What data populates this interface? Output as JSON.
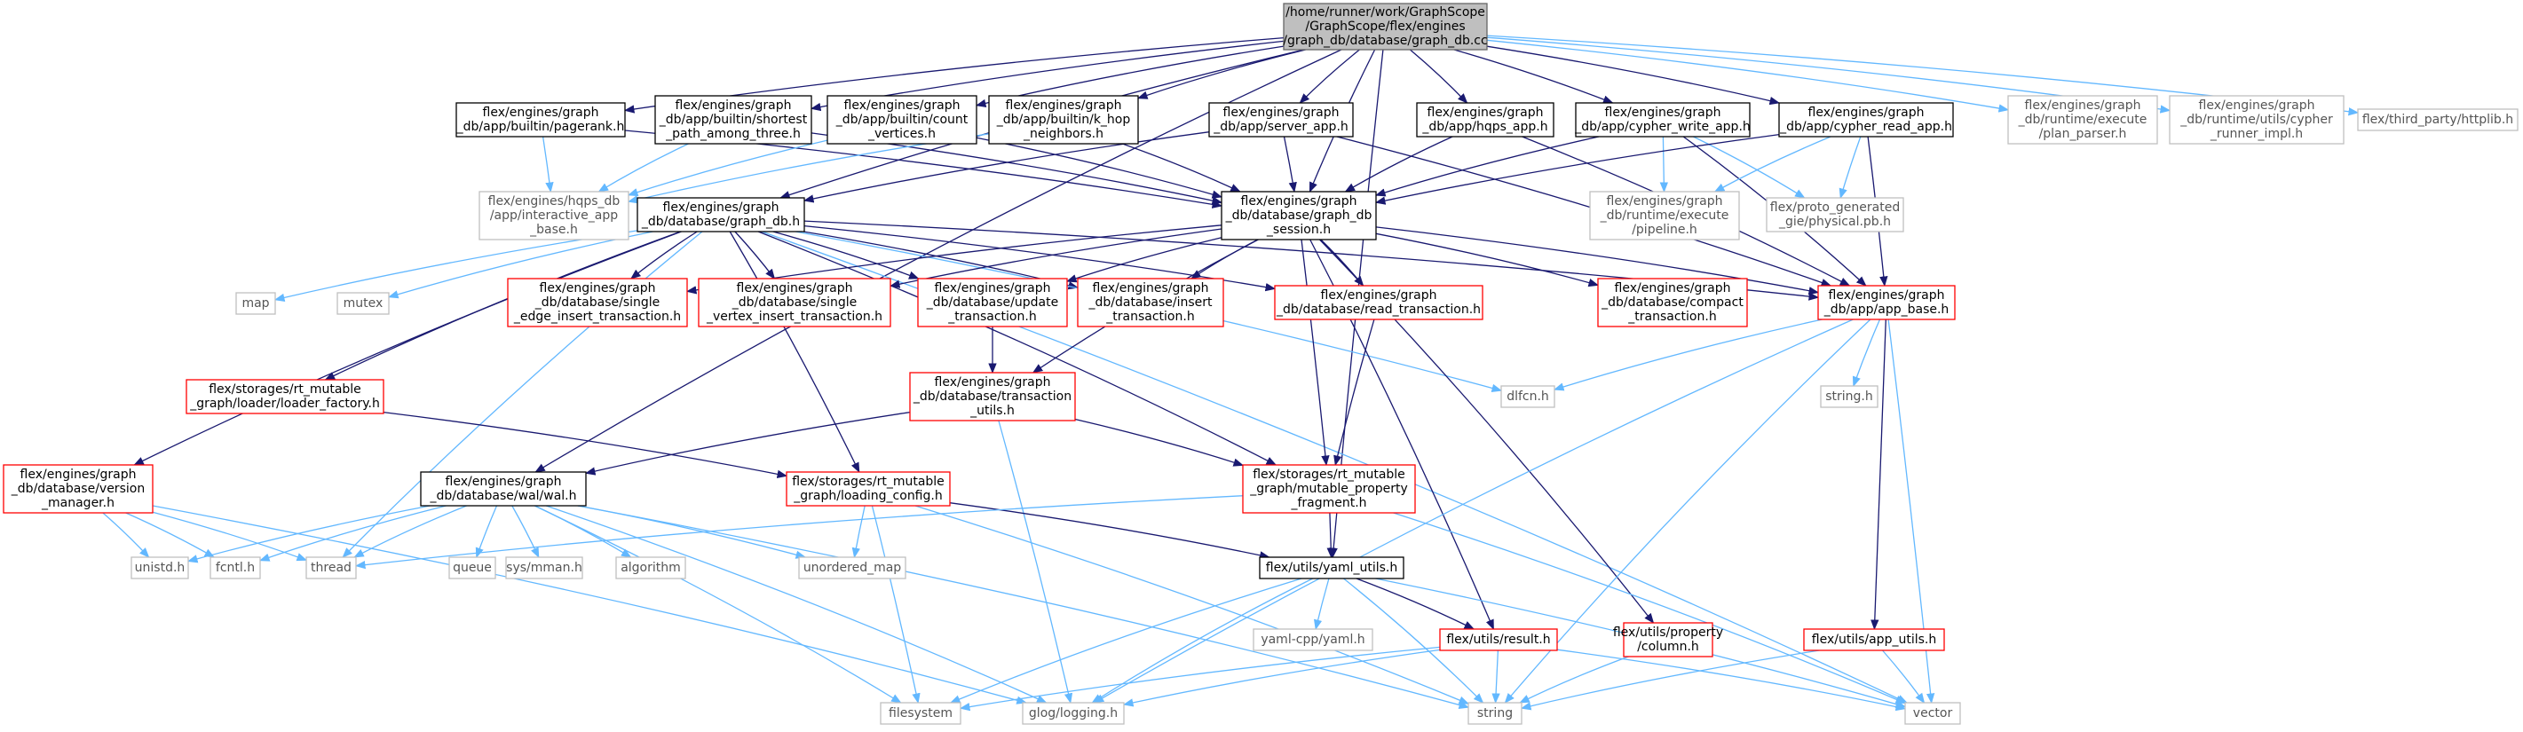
{
  "colors": {
    "edge": "#191970",
    "edge_system": "#63b8ff",
    "root_fill": "#bfbfbf",
    "border_normal": "#000000",
    "border_incomplete": "#ff0000",
    "border_system": "#bfbfbf"
  },
  "nodes": [
    {
      "id": "root",
      "style": "root",
      "lines": [
        "/home/runner/work/GraphScope",
        "/GraphScope/flex/engines",
        "/graph_db/database/graph_db.cc"
      ]
    },
    {
      "id": "pagerank",
      "style": "normal",
      "lines": [
        "flex/engines/graph",
        "_db/app/builtin/pagerank.h"
      ]
    },
    {
      "id": "shortest",
      "style": "normal",
      "lines": [
        "flex/engines/graph",
        "_db/app/builtin/shortest",
        "_path_among_three.h"
      ]
    },
    {
      "id": "count",
      "style": "normal",
      "lines": [
        "flex/engines/graph",
        "_db/app/builtin/count",
        "_vertices.h"
      ]
    },
    {
      "id": "khop",
      "style": "normal",
      "lines": [
        "flex/engines/graph",
        "_db/app/builtin/k_hop",
        "_neighbors.h"
      ]
    },
    {
      "id": "server_app",
      "style": "normal",
      "lines": [
        "flex/engines/graph",
        "_db/app/server_app.h"
      ]
    },
    {
      "id": "hqps_app",
      "style": "normal",
      "lines": [
        "flex/engines/graph",
        "_db/app/hqps_app.h"
      ]
    },
    {
      "id": "cypher_write",
      "style": "normal",
      "lines": [
        "flex/engines/graph",
        "_db/app/cypher_write_app.h"
      ]
    },
    {
      "id": "cypher_read",
      "style": "normal",
      "lines": [
        "flex/engines/graph",
        "_db/app/cypher_read_app.h"
      ]
    },
    {
      "id": "plan_parser",
      "style": "system",
      "lines": [
        "flex/engines/graph",
        "_db/runtime/execute",
        "/plan_parser.h"
      ]
    },
    {
      "id": "cypher_runner",
      "style": "system",
      "lines": [
        "flex/engines/graph",
        "_db/runtime/utils/cypher",
        "_runner_impl.h"
      ]
    },
    {
      "id": "httplib",
      "style": "system",
      "lines": [
        "flex/third_party/httplib.h"
      ]
    },
    {
      "id": "interactive_app",
      "style": "system",
      "lines": [
        "flex/engines/hqps_db",
        "/app/interactive_app",
        "_base.h"
      ]
    },
    {
      "id": "graph_db_h",
      "style": "normal",
      "lines": [
        "flex/engines/graph",
        "_db/database/graph_db.h"
      ]
    },
    {
      "id": "session",
      "style": "normal",
      "lines": [
        "flex/engines/graph",
        "_db/database/graph_db",
        "_session.h"
      ]
    },
    {
      "id": "pipeline",
      "style": "system",
      "lines": [
        "flex/engines/graph",
        "_db/runtime/execute",
        "/pipeline.h"
      ]
    },
    {
      "id": "physical",
      "style": "system",
      "lines": [
        "flex/proto_generated",
        "_gie/physical.pb.h"
      ]
    },
    {
      "id": "map",
      "style": "system",
      "lines": [
        "map"
      ]
    },
    {
      "id": "mutex",
      "style": "system",
      "lines": [
        "mutex"
      ]
    },
    {
      "id": "single_edge",
      "style": "incomplete",
      "lines": [
        "flex/engines/graph",
        "_db/database/single",
        "_edge_insert_transaction.h"
      ]
    },
    {
      "id": "single_vertex",
      "style": "incomplete",
      "lines": [
        "flex/engines/graph",
        "_db/database/single",
        "_vertex_insert_transaction.h"
      ]
    },
    {
      "id": "update_tx",
      "style": "incomplete",
      "lines": [
        "flex/engines/graph",
        "_db/database/update",
        "_transaction.h"
      ]
    },
    {
      "id": "insert_tx",
      "style": "incomplete",
      "lines": [
        "flex/engines/graph",
        "_db/database/insert",
        "_transaction.h"
      ]
    },
    {
      "id": "read_tx",
      "style": "incomplete",
      "lines": [
        "flex/engines/graph",
        "_db/database/read_transaction.h"
      ]
    },
    {
      "id": "compact_tx",
      "style": "incomplete",
      "lines": [
        "flex/engines/graph",
        "_db/database/compact",
        "_transaction.h"
      ]
    },
    {
      "id": "app_base",
      "style": "incomplete",
      "lines": [
        "flex/engines/graph",
        "_db/app/app_base.h"
      ]
    },
    {
      "id": "loader_factory",
      "style": "incomplete",
      "lines": [
        "flex/storages/rt_mutable",
        "_graph/loader/loader_factory.h"
      ]
    },
    {
      "id": "tx_utils",
      "style": "incomplete",
      "lines": [
        "flex/engines/graph",
        "_db/database/transaction",
        "_utils.h"
      ]
    },
    {
      "id": "dlfcn",
      "style": "system",
      "lines": [
        "dlfcn.h"
      ]
    },
    {
      "id": "string_h",
      "style": "system",
      "lines": [
        "string.h"
      ]
    },
    {
      "id": "version_mgr",
      "style": "incomplete",
      "lines": [
        "flex/engines/graph",
        "_db/database/version",
        "_manager.h"
      ]
    },
    {
      "id": "wal",
      "style": "normal",
      "lines": [
        "flex/engines/graph",
        "_db/database/wal/wal.h"
      ]
    },
    {
      "id": "loading_config",
      "style": "incomplete",
      "lines": [
        "flex/storages/rt_mutable",
        "_graph/loading_config.h"
      ]
    },
    {
      "id": "mutable_fragment",
      "style": "incomplete",
      "lines": [
        "flex/storages/rt_mutable",
        "_graph/mutable_property",
        "_fragment.h"
      ]
    },
    {
      "id": "unistd",
      "style": "system",
      "lines": [
        "unistd.h"
      ]
    },
    {
      "id": "fcntl",
      "style": "system",
      "lines": [
        "fcntl.h"
      ]
    },
    {
      "id": "thread",
      "style": "system",
      "lines": [
        "thread"
      ]
    },
    {
      "id": "queue",
      "style": "system",
      "lines": [
        "queue"
      ]
    },
    {
      "id": "mman",
      "style": "system",
      "lines": [
        "sys/mman.h"
      ]
    },
    {
      "id": "algorithm",
      "style": "system",
      "lines": [
        "algorithm"
      ]
    },
    {
      "id": "unordered_map",
      "style": "system",
      "lines": [
        "unordered_map"
      ]
    },
    {
      "id": "yaml_utils",
      "style": "normal",
      "lines": [
        "flex/utils/yaml_utils.h"
      ]
    },
    {
      "id": "yaml_cpp",
      "style": "system",
      "lines": [
        "yaml-cpp/yaml.h"
      ]
    },
    {
      "id": "result",
      "style": "incomplete",
      "lines": [
        "flex/utils/result.h"
      ]
    },
    {
      "id": "column",
      "style": "incomplete",
      "lines": [
        "flex/utils/property",
        "/column.h"
      ]
    },
    {
      "id": "app_utils",
      "style": "incomplete",
      "lines": [
        "flex/utils/app_utils.h"
      ]
    },
    {
      "id": "filesystem",
      "style": "system",
      "lines": [
        "filesystem"
      ]
    },
    {
      "id": "glog",
      "style": "system",
      "lines": [
        "glog/logging.h"
      ]
    },
    {
      "id": "string",
      "style": "system",
      "lines": [
        "string"
      ]
    },
    {
      "id": "vector",
      "style": "system",
      "lines": [
        "vector"
      ]
    }
  ],
  "edges": [
    [
      "root",
      "pagerank"
    ],
    [
      "root",
      "shortest"
    ],
    [
      "root",
      "count"
    ],
    [
      "root",
      "khop"
    ],
    [
      "root",
      "server_app"
    ],
    [
      "root",
      "hqps_app"
    ],
    [
      "root",
      "cypher_write"
    ],
    [
      "root",
      "cypher_read"
    ],
    [
      "root",
      "plan_parser"
    ],
    [
      "root",
      "cypher_runner"
    ],
    [
      "root",
      "httplib"
    ],
    [
      "root",
      "graph_db_h"
    ],
    [
      "root",
      "session"
    ],
    [
      "root",
      "wal"
    ],
    [
      "root",
      "yaml_utils"
    ],
    [
      "pagerank",
      "interactive_app"
    ],
    [
      "pagerank",
      "session"
    ],
    [
      "shortest",
      "interactive_app"
    ],
    [
      "shortest",
      "session"
    ],
    [
      "count",
      "interactive_app"
    ],
    [
      "count",
      "session"
    ],
    [
      "khop",
      "interactive_app"
    ],
    [
      "khop",
      "session"
    ],
    [
      "server_app",
      "graph_db_h"
    ],
    [
      "server_app",
      "session"
    ],
    [
      "server_app",
      "app_base"
    ],
    [
      "hqps_app",
      "session"
    ],
    [
      "hqps_app",
      "app_base"
    ],
    [
      "cypher_write",
      "session"
    ],
    [
      "cypher_write",
      "pipeline"
    ],
    [
      "cypher_write",
      "physical"
    ],
    [
      "cypher_write",
      "app_base"
    ],
    [
      "cypher_read",
      "session"
    ],
    [
      "cypher_read",
      "pipeline"
    ],
    [
      "cypher_read",
      "physical"
    ],
    [
      "cypher_read",
      "app_base"
    ],
    [
      "graph_db_h",
      "map"
    ],
    [
      "graph_db_h",
      "mutex"
    ],
    [
      "graph_db_h",
      "single_edge"
    ],
    [
      "graph_db_h",
      "single_vertex"
    ],
    [
      "graph_db_h",
      "update_tx"
    ],
    [
      "graph_db_h",
      "insert_tx"
    ],
    [
      "graph_db_h",
      "read_tx"
    ],
    [
      "graph_db_h",
      "app_base"
    ],
    [
      "graph_db_h",
      "loader_factory"
    ],
    [
      "graph_db_h",
      "version_mgr"
    ],
    [
      "graph_db_h",
      "mutable_fragment"
    ],
    [
      "graph_db_h",
      "thread"
    ],
    [
      "graph_db_h",
      "dlfcn"
    ],
    [
      "graph_db_h",
      "vector"
    ],
    [
      "graph_db_h",
      "loading_config"
    ],
    [
      "session",
      "single_edge"
    ],
    [
      "session",
      "single_vertex"
    ],
    [
      "session",
      "update_tx"
    ],
    [
      "session",
      "insert_tx"
    ],
    [
      "session",
      "read_tx"
    ],
    [
      "session",
      "compact_tx"
    ],
    [
      "session",
      "app_base"
    ],
    [
      "session",
      "tx_utils"
    ],
    [
      "session",
      "mutable_fragment"
    ],
    [
      "session",
      "column"
    ],
    [
      "session",
      "result"
    ],
    [
      "app_base",
      "dlfcn"
    ],
    [
      "app_base",
      "string_h"
    ],
    [
      "app_base",
      "app_utils"
    ],
    [
      "app_base",
      "string"
    ],
    [
      "app_base",
      "vector"
    ],
    [
      "app_base",
      "glog"
    ],
    [
      "update_tx",
      "tx_utils"
    ],
    [
      "read_tx",
      "mutable_fragment"
    ],
    [
      "loader_factory",
      "loading_config"
    ],
    [
      "tx_utils",
      "wal"
    ],
    [
      "tx_utils",
      "mutable_fragment"
    ],
    [
      "tx_utils",
      "glog"
    ],
    [
      "version_mgr",
      "unistd"
    ],
    [
      "version_mgr",
      "fcntl"
    ],
    [
      "version_mgr",
      "thread"
    ],
    [
      "version_mgr",
      "glog"
    ],
    [
      "wal",
      "unistd"
    ],
    [
      "wal",
      "fcntl"
    ],
    [
      "wal",
      "thread"
    ],
    [
      "wal",
      "queue"
    ],
    [
      "wal",
      "mman"
    ],
    [
      "wal",
      "algorithm"
    ],
    [
      "wal",
      "unordered_map"
    ],
    [
      "wal",
      "filesystem"
    ],
    [
      "wal",
      "glog"
    ],
    [
      "wal",
      "string"
    ],
    [
      "loading_config",
      "unordered_map"
    ],
    [
      "loading_config",
      "yaml_utils"
    ],
    [
      "loading_config",
      "filesystem"
    ],
    [
      "loading_config",
      "string"
    ],
    [
      "mutable_fragment",
      "thread"
    ],
    [
      "mutable_fragment",
      "yaml_utils"
    ],
    [
      "mutable_fragment",
      "vector"
    ],
    [
      "yaml_utils",
      "yaml_cpp"
    ],
    [
      "yaml_utils",
      "result"
    ],
    [
      "yaml_utils",
      "filesystem"
    ],
    [
      "yaml_utils",
      "glog"
    ],
    [
      "yaml_utils",
      "string"
    ],
    [
      "yaml_utils",
      "vector"
    ],
    [
      "result",
      "filesystem"
    ],
    [
      "result",
      "glog"
    ],
    [
      "result",
      "string"
    ],
    [
      "result",
      "vector"
    ],
    [
      "column",
      "string"
    ],
    [
      "app_utils",
      "string"
    ],
    [
      "app_utils",
      "vector"
    ]
  ]
}
